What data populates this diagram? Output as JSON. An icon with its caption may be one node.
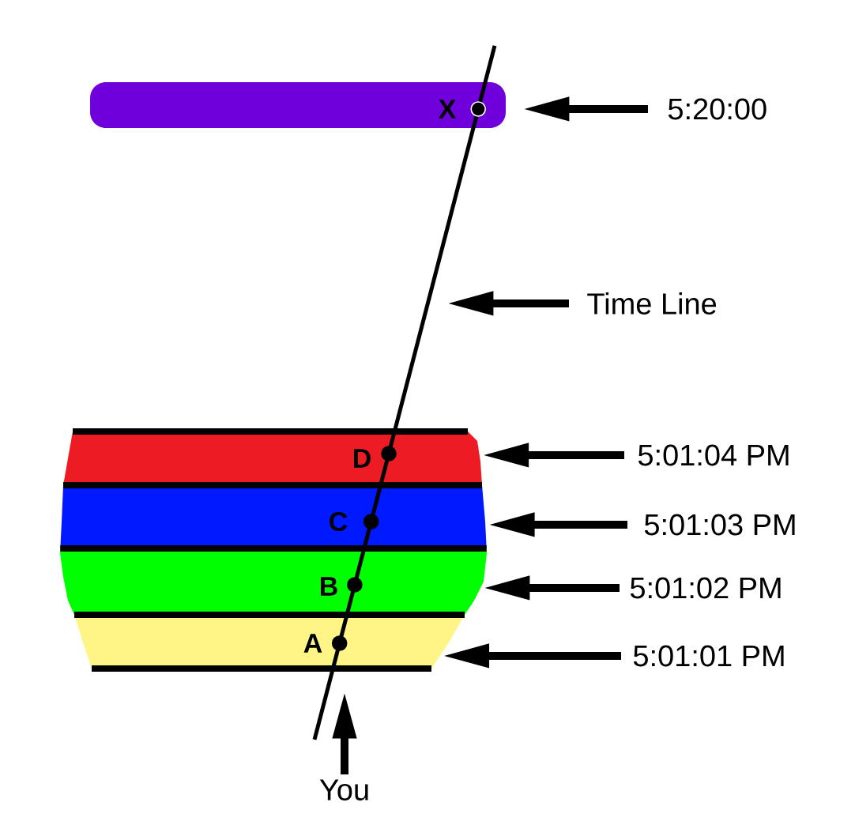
{
  "diagram": {
    "nodes": [
      {
        "text": [
          "X"
        ]
      },
      {
        "text": [
          "5:20:00"
        ]
      },
      {
        "text": [],
        "shape": "line"
      },
      {
        "text": [
          "Time Line"
        ]
      },
      {
        "text": [
          "D"
        ]
      },
      {
        "text": [
          "5:01:04 PM"
        ]
      },
      {
        "text": [
          "C"
        ]
      },
      {
        "text": [
          "5:01:03 PM"
        ]
      },
      {
        "text": [
          "B"
        ]
      },
      {
        "text": [
          "5:01:02 PM"
        ]
      },
      {
        "text": [
          "A"
        ]
      },
      {
        "text": [
          "5:01:01 PM"
        ]
      },
      {
        "text": [
          "You"
        ]
      }
    ],
    "edges": [
      {
        "from": 1,
        "to": 0,
        "arrow": "to"
      },
      {
        "from": 3,
        "to": 2,
        "arrow": "to"
      },
      {
        "from": 5,
        "to": 4,
        "arrow": "to"
      },
      {
        "from": 7,
        "to": 6,
        "arrow": "to"
      },
      {
        "from": 9,
        "to": 8,
        "arrow": "to"
      },
      {
        "from": 11,
        "to": 10,
        "arrow": "to"
      },
      {
        "from": 12,
        "to": 2,
        "arrow": "to"
      }
    ]
  }
}
